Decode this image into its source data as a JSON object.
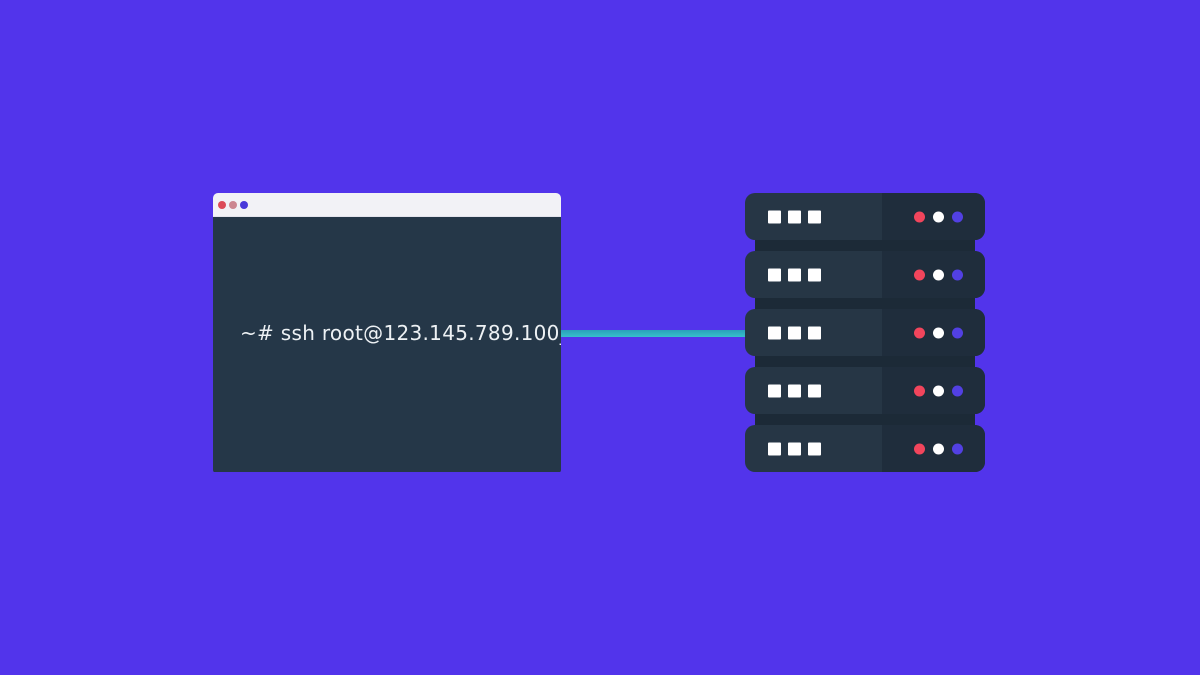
{
  "terminal": {
    "command": "~# ssh root@123.145.789.100_",
    "titlebar_buttons": [
      {
        "name": "close-button",
        "color_key": "titlebar_dot_red"
      },
      {
        "name": "minimize-button",
        "color_key": "titlebar_dot_rose"
      },
      {
        "name": "maximize-button",
        "color_key": "titlebar_dot_blue"
      }
    ]
  },
  "cable": {
    "color_top": "#2aa0b9",
    "color_bottom": "#36bfcc"
  },
  "server_rack": {
    "unit_count": 5,
    "slots_per_unit": 3,
    "led_colors_per_unit": [
      "led_red",
      "led_white",
      "led_purple"
    ]
  },
  "colors": {
    "background": "#5234eb",
    "terminal_titlebar": "#f2f2f6",
    "terminal_body": "#253748",
    "terminal_text": "#edf1f4",
    "titlebar_dot_red": "#dc4b59",
    "titlebar_dot_rose": "#cc8690",
    "titlebar_dot_blue": "#4a39da",
    "cable_top": "#2aa0b9",
    "cable_bottom": "#36bfcc",
    "server_body": "#263645",
    "server_panel_right": "#1f2d3c",
    "server_connector": "#1c2a37",
    "slot_white": "#ffffff",
    "led_red": "#f2455c",
    "led_white": "#ffffff",
    "led_purple": "#5240e3"
  }
}
